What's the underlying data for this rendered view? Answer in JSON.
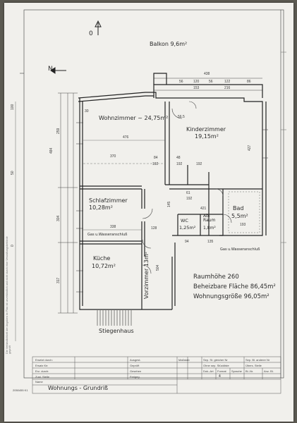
{
  "plan": {
    "north_label": "N",
    "zero_label": "0",
    "balcony": "Balkon 9,6m²",
    "rooms": {
      "living": "Wohnzimmer ~ 24,75m²",
      "children": "Kinderzimmer",
      "children_area": "19,15m²",
      "bedroom": "Schlafzimmer",
      "bedroom_area": "10,28m²",
      "kitchen": "Küche",
      "kitchen_area": "10,72m²",
      "hall": "Vorzimmer 13m²",
      "bath": "Bad",
      "bath_area": "5,5m²",
      "wc": "WC",
      "wc_area": "1,25m²",
      "storage": "Ab-\nRaum",
      "storage_area": "1,8m²",
      "stairs": "Stiegenhaus"
    },
    "gas1": "Gas u.Wasseranschluß",
    "gas2": "Gas u.Wasseranschluß",
    "summary": {
      "height": "Raumhöhe 260",
      "heated": "Beheizbare Fläche 86,45m²",
      "total": "Wohnungsgröße 96,05m²"
    },
    "dims": {
      "d438": "438",
      "d56": "56",
      "d120": "120",
      "d56b": "56",
      "d122": "122",
      "d86": "86",
      "d153": "153",
      "d216": "216",
      "d30": "30",
      "d565": "56.5",
      "d476": "476",
      "d370": "370",
      "d84": "84",
      "d192": "192",
      "d192b": "192",
      "d48": "48",
      "d192c": "192",
      "d427": "427",
      "d61": "61",
      "d192d": "192",
      "d421": "421",
      "d193": "193",
      "d338": "338",
      "d128": "128",
      "d94": "94",
      "d135": "135",
      "d259": "259",
      "d484": "484",
      "d304": "304",
      "d317": "317",
      "d145": "145",
      "d504": "504"
    },
    "side_text": "Die Verbindlichkeit der Angaben im Plan ist unverbindlich und nicht durch eine Verwaltungsbehörde geprüft"
  },
  "title_block": {
    "rows_left": [
      "Ersetzt durch:",
      "Ersatz für:",
      "Erz. durch:",
      "Zust. Stelle"
    ],
    "rows_mid": [
      "Ausgest.",
      "Geprüft",
      "Gesehen",
      "Freigeg."
    ],
    "cols_right": [
      "Maßstab",
      "Sep. St. gleicher Nr",
      "Sep. Bl. anderer Nr"
    ],
    "cols_right2": [
      "Ohne sep. Stückliste",
      "Übers. Stelle"
    ],
    "cols_right3": [
      "Dok.-Art",
      "Format",
      "Sprache",
      "Bl.-Nr.",
      "Anz. Bl."
    ],
    "format": "4",
    "name_label": "Name",
    "title": "Wohnungs - Grundriß",
    "code": "2050455 K1"
  },
  "ruler": [
    "100",
    "50",
    "0"
  ]
}
